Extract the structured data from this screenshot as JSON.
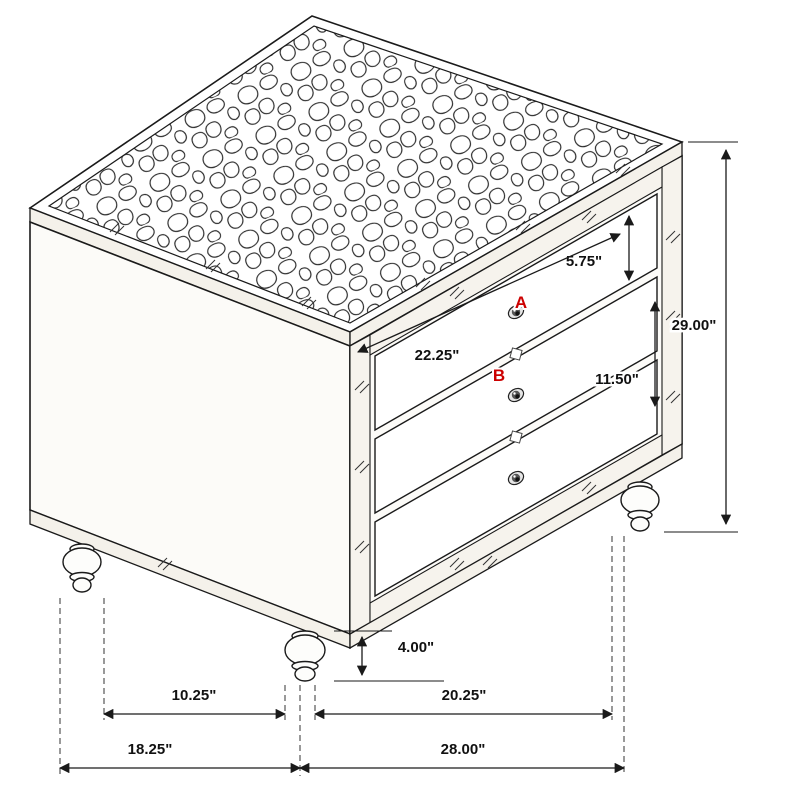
{
  "diagram": {
    "labels": {
      "top_drawer_height": "5.75\"",
      "overall_height": "29.00\"",
      "drawer_width": "22.25\"",
      "middle_drawer_height": "11.50\"",
      "foot_height": "4.00\"",
      "foot_spacing_depth": "10.25\"",
      "foot_spacing_width": "20.25\"",
      "overall_depth": "18.25\"",
      "overall_width": "28.00\"",
      "marker_a": "A",
      "marker_b": "B"
    },
    "colors": {
      "line": "#1a1a1a",
      "marker_accent": "#cc0000",
      "background": "#ffffff"
    }
  }
}
